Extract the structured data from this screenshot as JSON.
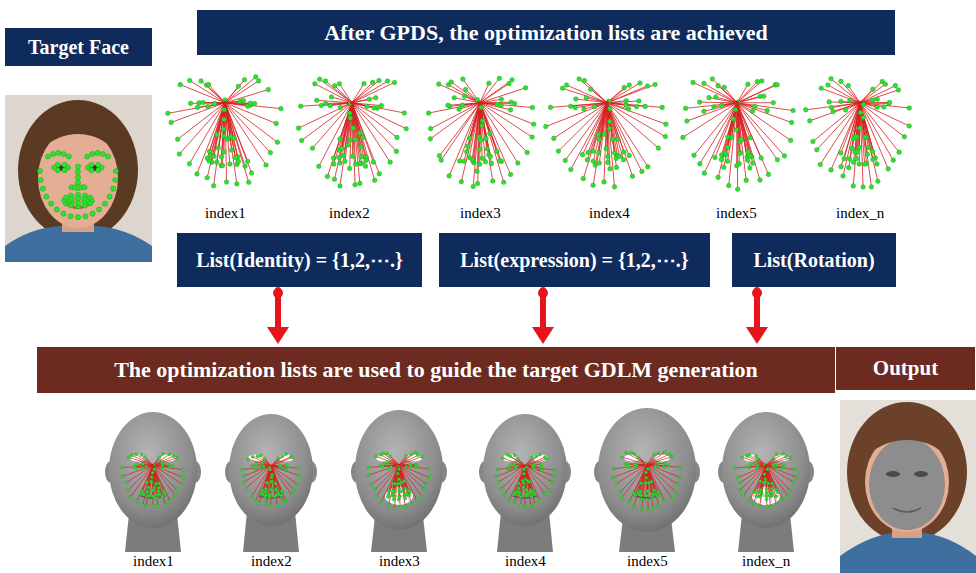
{
  "diagram": {
    "nodes": [
      {
        "text": [
          "Target Face"
        ]
      },
      {
        "text": [
          "After GPDS, the optimization lists are achieved"
        ]
      },
      {
        "text": [
          "List(Identity) = {1,2,⋯.}"
        ]
      },
      {
        "text": [
          "List(expression) = {1,2,⋯.}"
        ]
      },
      {
        "text": [
          "List(Rotation)"
        ]
      },
      {
        "text": [
          "The optimization lists are used to guide the target GDLM generation"
        ]
      },
      {
        "text": [
          "Output"
        ]
      }
    ],
    "edges": [
      {
        "from": 2,
        "to": 5,
        "arrow": "to"
      },
      {
        "from": 3,
        "to": 5,
        "arrow": "to"
      },
      {
        "from": 4,
        "to": 5,
        "arrow": "to"
      }
    ],
    "labels": [
      "index1",
      "index2",
      "index3",
      "index4",
      "index5",
      "index_n",
      "index1",
      "index2",
      "index3",
      "index4",
      "index5",
      "index_n"
    ]
  }
}
